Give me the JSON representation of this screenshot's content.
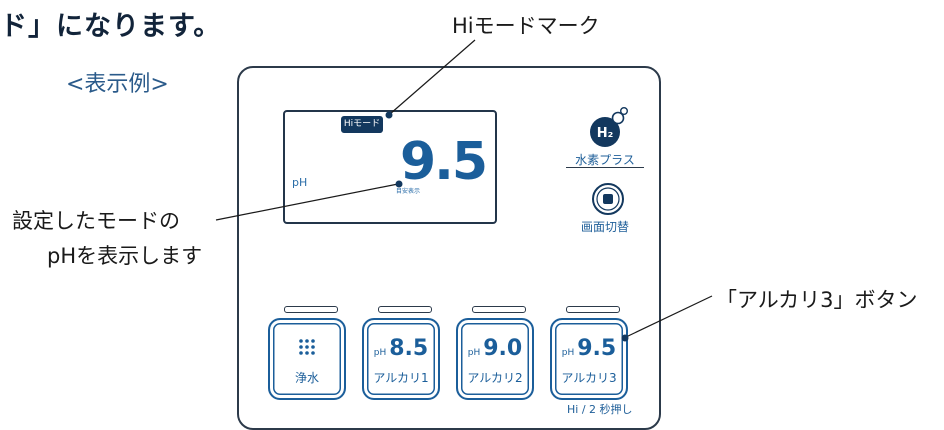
{
  "heading": "ド」になります。",
  "example_label": "<表示例>",
  "callouts": {
    "hi_mark": "Hiモードマーク",
    "setting_line1": "設定したモードの",
    "setting_line2": "pHを表示します",
    "alkali3_button": "「アルカリ3」ボタン"
  },
  "display": {
    "hi_badge": "Hiモード",
    "ph_label": "pH",
    "ph_value": "9.5",
    "guide_text": "目安表示"
  },
  "side_icons": {
    "hydrogen_icon_text": "H₂",
    "hydrogen_label": "水素プラス",
    "screen_switch_label": "画面切替"
  },
  "buttons": [
    {
      "ph_prefix": "",
      "value": "",
      "label": "浄水"
    },
    {
      "ph_prefix": "pH",
      "value": "8.5",
      "label": "アルカリ1"
    },
    {
      "ph_prefix": "pH",
      "value": "9.0",
      "label": "アルカリ2"
    },
    {
      "ph_prefix": "pH",
      "value": "9.5",
      "label": "アルカリ3"
    }
  ],
  "bottom_note": "Hi / 2 秒押し",
  "colors": {
    "accent": "#1b5e9a",
    "badge": "#13385e",
    "outline": "#2c3a4a"
  }
}
